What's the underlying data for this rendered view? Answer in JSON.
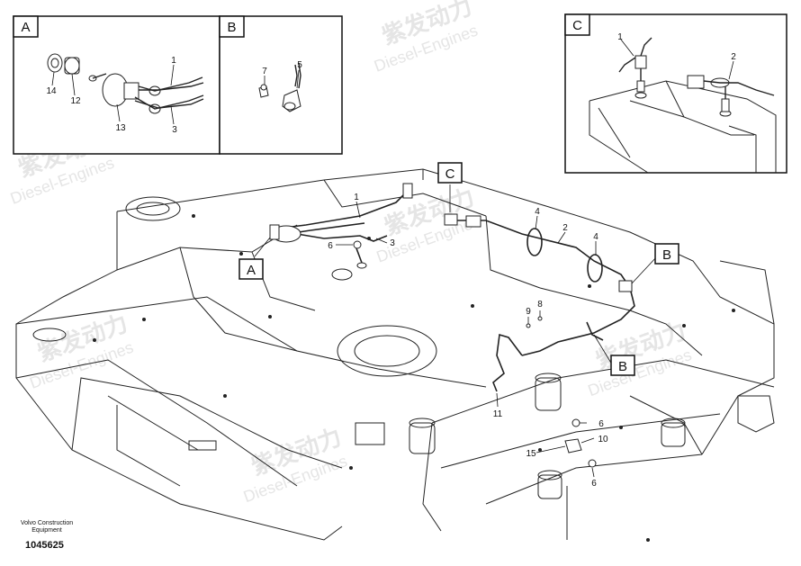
{
  "footer": {
    "brand_line1": "Volvo Construction",
    "brand_line2": "Equipment",
    "drawing_number": "1045625"
  },
  "watermark": {
    "chinese": "紫发动力",
    "english": "Diesel-Engines"
  },
  "detail_boxes": [
    {
      "tag": "A",
      "callouts": [
        "1",
        "14",
        "12",
        "13",
        "3"
      ]
    },
    {
      "tag": "B",
      "callouts": [
        "7",
        "5"
      ]
    },
    {
      "tag": "C",
      "callouts": [
        "1",
        "2"
      ]
    }
  ],
  "main_callouts": [
    "C",
    "1",
    "4",
    "2",
    "4",
    "6",
    "3",
    "A",
    "B",
    "9",
    "8",
    "11",
    "B",
    "6",
    "10",
    "15",
    "6"
  ]
}
